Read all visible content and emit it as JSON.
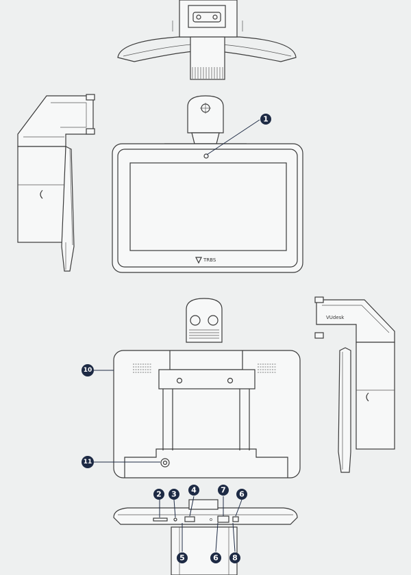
{
  "brand_logo": "TRBS",
  "side_label": "VUdesk",
  "callouts": [
    {
      "id": "c1",
      "num": "1"
    },
    {
      "id": "c2",
      "num": "2"
    },
    {
      "id": "c3",
      "num": "3"
    },
    {
      "id": "c4",
      "num": "4"
    },
    {
      "id": "c5",
      "num": "5"
    },
    {
      "id": "c6a",
      "num": "6"
    },
    {
      "id": "c6b",
      "num": "6"
    },
    {
      "id": "c7",
      "num": "7"
    },
    {
      "id": "c8",
      "num": "8"
    },
    {
      "id": "c10",
      "num": "10"
    },
    {
      "id": "c11",
      "num": "11"
    }
  ],
  "colors": {
    "badge": "#1d2a44",
    "line": "#3a3a3a",
    "background": "#eef0f0"
  }
}
